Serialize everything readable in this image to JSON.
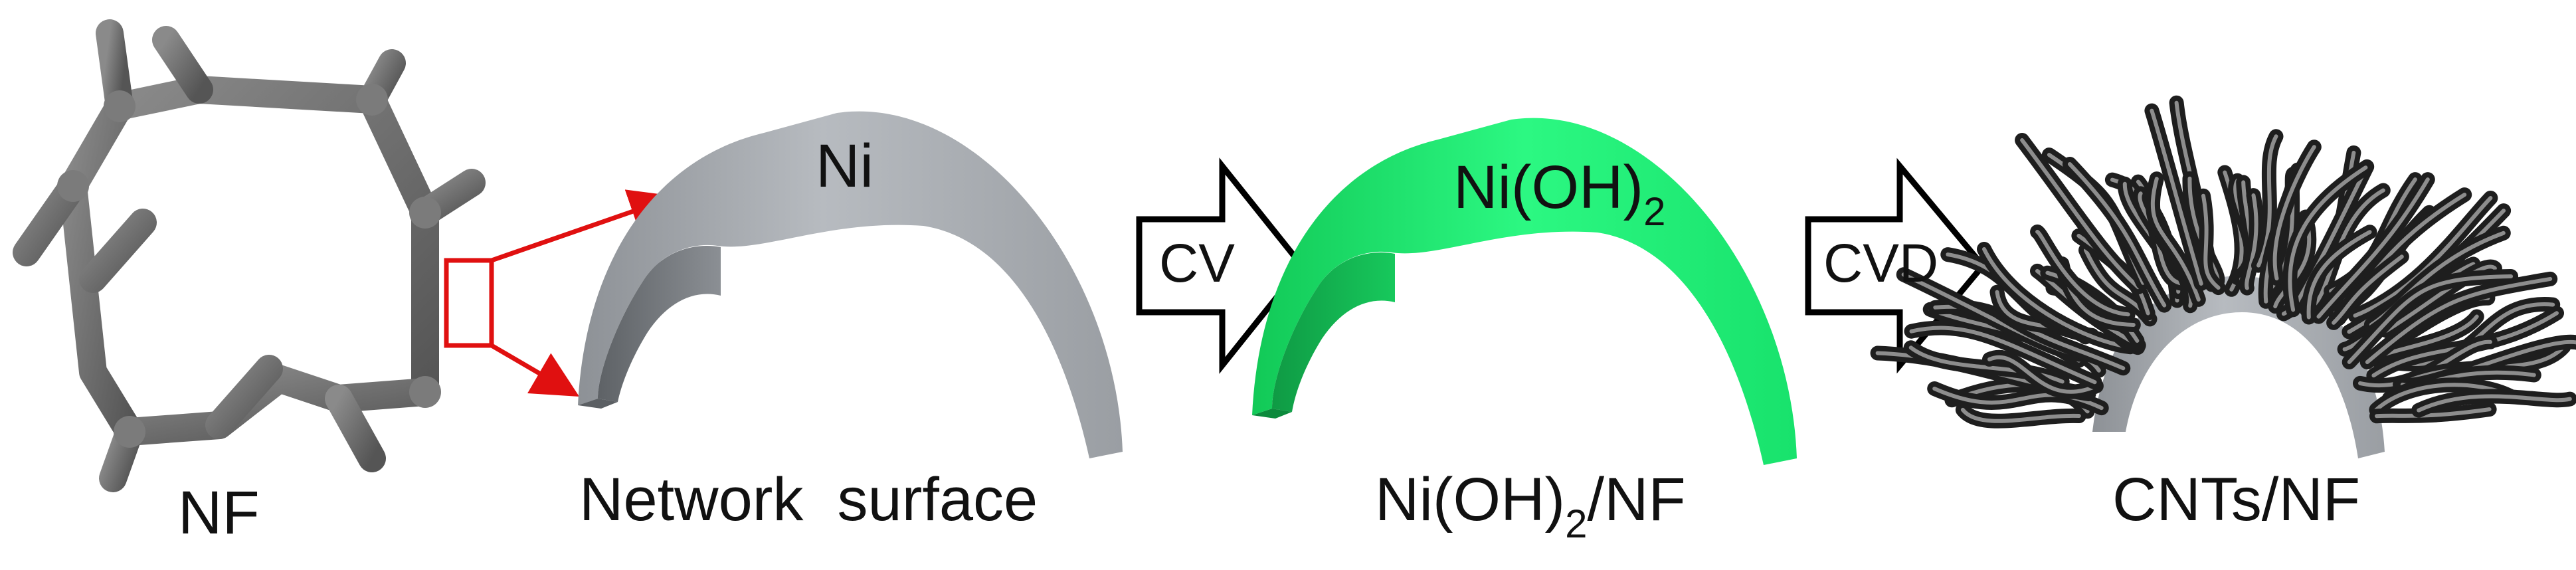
{
  "stages": [
    {
      "id": "nf",
      "label": "NF"
    },
    {
      "id": "network",
      "label": "Network  surface",
      "inner_label": "Ni"
    },
    {
      "id": "niooh",
      "label_main": "Ni(OH)",
      "label_sub": "2",
      "label_tail": "/NF",
      "inner_main": "Ni(OH)",
      "inner_sub": "2"
    },
    {
      "id": "cnts",
      "label": "CNTs/NF"
    }
  ],
  "arrows": [
    {
      "label": "CV"
    },
    {
      "label": "CVD"
    }
  ],
  "colors": {
    "nickel": "#a2a6ab",
    "nickel_dark": "#6e7276",
    "hydroxide": "#22ee77",
    "hydroxide_dark": "#14b955",
    "rod": "#6b6b6b",
    "highlight": "#e01010",
    "tube": "#2a2a2a"
  }
}
